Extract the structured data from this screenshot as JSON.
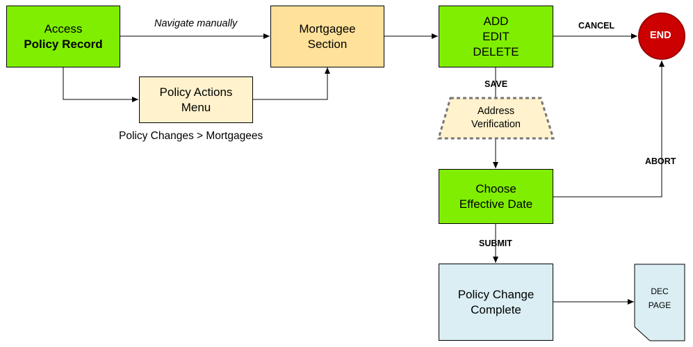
{
  "nodes": {
    "access": {
      "line1": "Access",
      "line2": "Policy Record"
    },
    "policy_actions": {
      "line1": "Policy Actions",
      "line2": "Menu"
    },
    "mortgagee": {
      "line1": "Mortgagee",
      "line2": "Section"
    },
    "add_edit_delete": {
      "line1": "ADD",
      "line2": "EDIT",
      "line3": "DELETE"
    },
    "end": {
      "label": "END"
    },
    "address_verification": {
      "line1": "Address",
      "line2": "Verification"
    },
    "effective_date": {
      "line1": "Choose",
      "line2": "Effective Date"
    },
    "policy_change": {
      "line1": "Policy Change",
      "line2": "Complete"
    },
    "dec_page": {
      "line1": "DEC",
      "line2": "PAGE"
    }
  },
  "edges": {
    "navigate": "Navigate manually",
    "policy_changes_path": "Policy Changes > Mortgagees",
    "cancel": "CANCEL",
    "save": "SAVE",
    "abort": "ABORT",
    "submit": "SUBMIT"
  },
  "colors": {
    "green": "#80ee00",
    "orange": "#ffe199",
    "cream": "#fff2cc",
    "blue": "#daeef3",
    "end_red": "#cc0000",
    "end_border": "#990000"
  }
}
